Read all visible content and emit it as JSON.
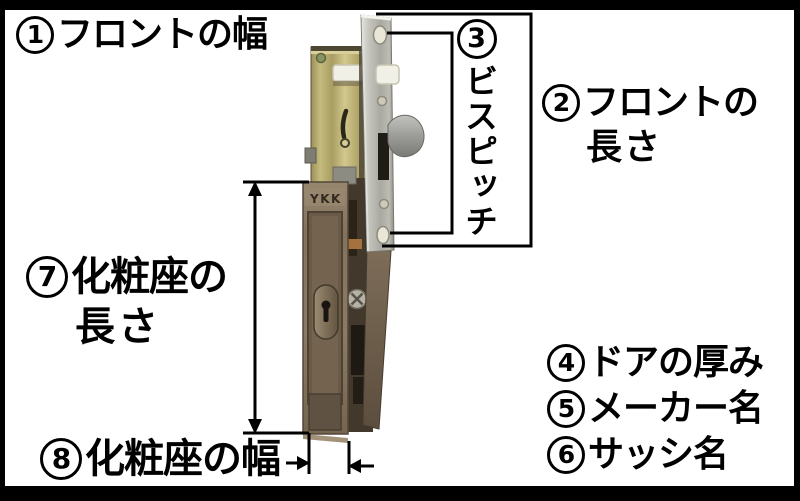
{
  "diagram": {
    "photo": {
      "brand_on_plate": "YKK"
    },
    "labels": {
      "front_width": {
        "num": "1",
        "text": "フロントの幅"
      },
      "front_length": {
        "num": "2",
        "line1": "フロントの",
        "line2": "長さ"
      },
      "screw_pitch": {
        "num": "3",
        "text": "ビスピッチ"
      },
      "door_thickness": {
        "num": "4",
        "text": "ドアの厚み"
      },
      "maker_name": {
        "num": "5",
        "text": "メーカー名"
      },
      "sash_name": {
        "num": "6",
        "text": "サッシ名"
      },
      "escutcheon_length": {
        "num": "7",
        "line1": "化粧座の",
        "line2": "長さ"
      },
      "escutcheon_width": {
        "num": "8",
        "text": "化粧座の幅"
      }
    },
    "colors": {
      "frame": "#000000",
      "background": "#ffffff",
      "dimension_line": "#000000",
      "brass_case": "#b3a76c",
      "front_plate": "#b5b5ad",
      "escutcheon_plate": "#83735d"
    }
  }
}
